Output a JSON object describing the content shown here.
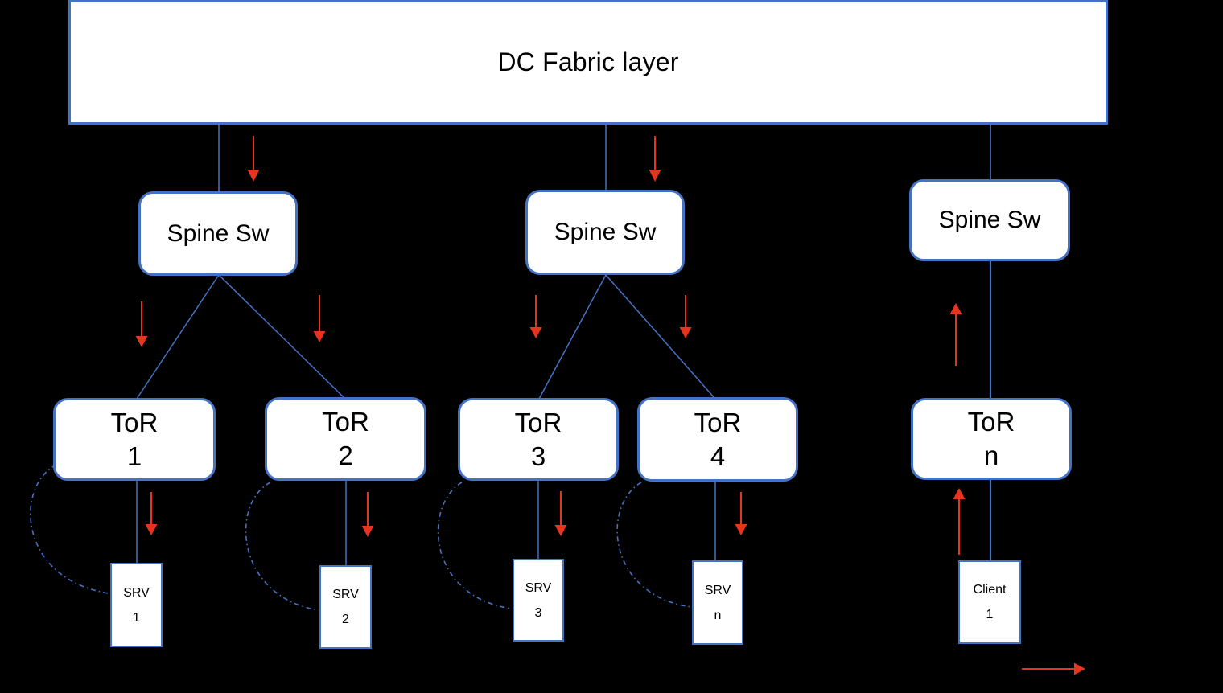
{
  "diagram": {
    "background_color": "#000000",
    "accent_color": "#4472C4",
    "arrow_color": "#E8331F",
    "node_fill": "#FFFFFF",
    "text_color": "#000000",
    "fabric": {
      "label": "DC Fabric layer"
    },
    "spines": [
      {
        "label": "Spine Sw"
      },
      {
        "label": "Spine Sw"
      },
      {
        "label": "Spine Sw"
      }
    ],
    "tors": [
      {
        "label": "ToR",
        "line2": "1"
      },
      {
        "label": "ToR",
        "line2": "2"
      },
      {
        "label": "ToR",
        "line2": "3"
      },
      {
        "label": "ToR",
        "line2": "4"
      },
      {
        "label": "ToR",
        "line2": "n"
      }
    ],
    "leaves": [
      {
        "label": "SRV",
        "line2": "1"
      },
      {
        "label": "SRV",
        "line2": "2"
      },
      {
        "label": "SRV",
        "line2": "3"
      },
      {
        "label": "SRV",
        "line2": "n"
      },
      {
        "label": "Client",
        "line2": "1"
      }
    ]
  }
}
